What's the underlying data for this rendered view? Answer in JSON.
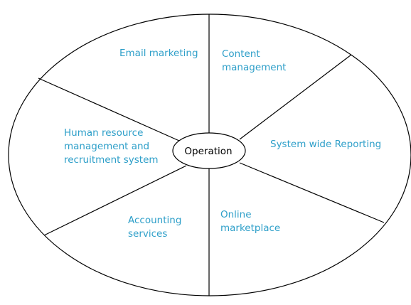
{
  "diagram": {
    "center": {
      "label": "Operation"
    },
    "segments": [
      {
        "id": "email-marketing",
        "lines": [
          "Email marketing"
        ]
      },
      {
        "id": "content-management",
        "lines": [
          "Content",
          "management"
        ]
      },
      {
        "id": "system-wide-reporting",
        "lines": [
          "System wide Reporting"
        ]
      },
      {
        "id": "online-marketplace",
        "lines": [
          "Online",
          "marketplace"
        ]
      },
      {
        "id": "accounting-services",
        "lines": [
          "Accounting",
          "services"
        ]
      },
      {
        "id": "hr-recruitment",
        "lines": [
          "Human resource",
          "management and",
          "recruitment system"
        ]
      }
    ],
    "colors": {
      "segment_text": "#2e9fc9",
      "center_text": "#000000",
      "stroke": "#000000",
      "background": "#ffffff"
    }
  }
}
